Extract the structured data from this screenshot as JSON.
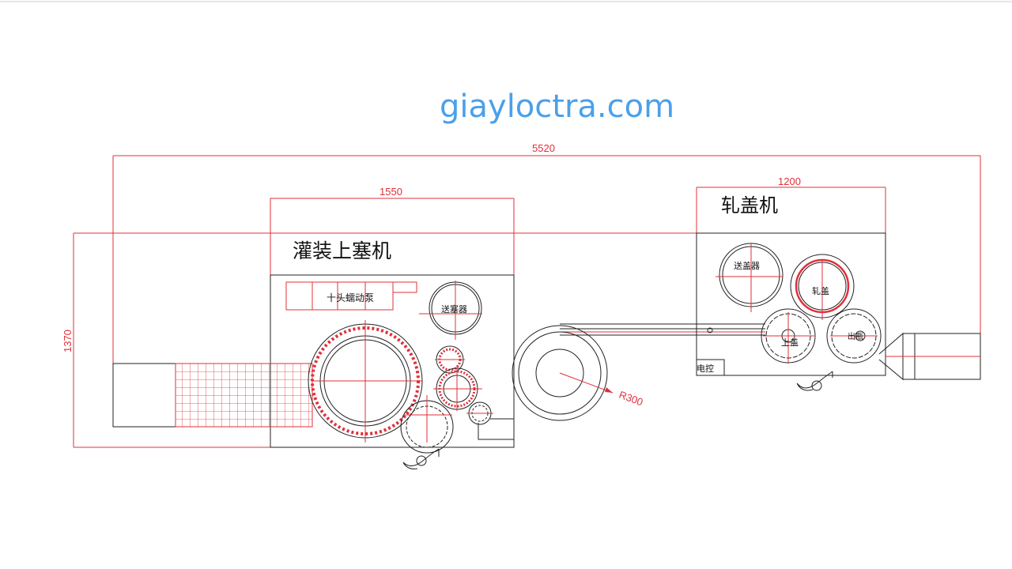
{
  "watermark": "giayloctra.com",
  "dimensions": {
    "total_width": "5520",
    "filler_width": "1550",
    "capper_width": "1200",
    "total_depth": "1370",
    "turntable_radius": "R300"
  },
  "filler": {
    "title": "灌装上塞机",
    "pump": "十头蠕动泵",
    "stopper_feeder": "送塞器"
  },
  "capper": {
    "title": "轧盖机",
    "cap_feeder": "送盖器",
    "capping": "轧盖",
    "cap_loading": "上盖",
    "outfeed": "出瓶",
    "electric_control": "电控"
  },
  "colors": {
    "dimension": "#e0303a",
    "outline": "#222222",
    "watermark": "#4aa0ea"
  }
}
